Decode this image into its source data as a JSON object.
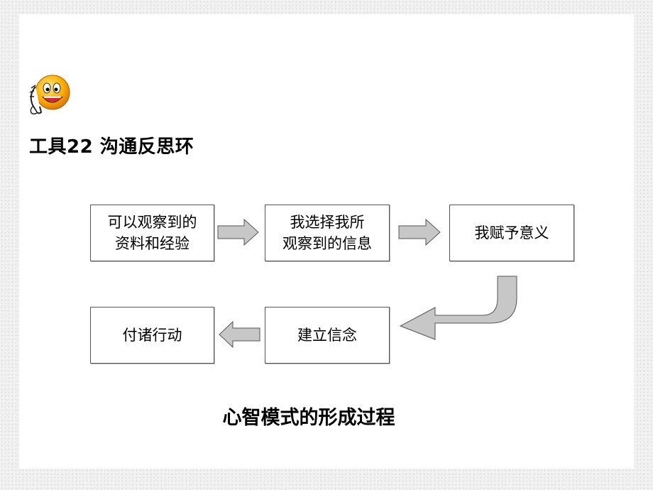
{
  "slide": {
    "title": "工具22  沟通反思环",
    "caption": "心智模式的形成过程"
  },
  "diagram": {
    "step1": {
      "line1": "可以观察到的",
      "line2": "资料和经验"
    },
    "step2": {
      "line1": "我选择我所",
      "line2": "观察到的信息"
    },
    "step3": {
      "line1": "我赋予意义"
    },
    "step4": {
      "line1": "建立信念"
    },
    "step5": {
      "line1": "付诸行动"
    }
  },
  "colors": {
    "arrow_fill": "#c7c7c7",
    "arrow_stroke": "#555555",
    "smiley_face": "#f8a400",
    "border": "#555555"
  },
  "icons": [
    "smiley-phone-icon"
  ]
}
